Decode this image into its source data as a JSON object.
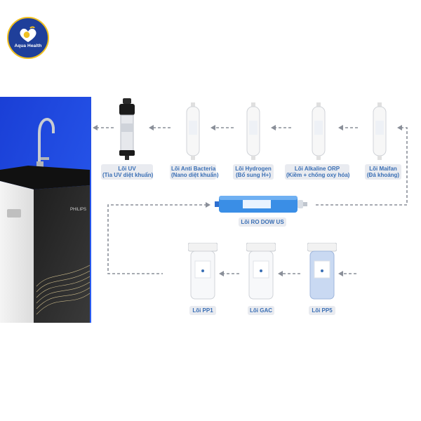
{
  "brand": {
    "logo_text": "Aqua Health",
    "colors": {
      "navy": "#1f3f9a",
      "gold": "#f0c020",
      "label_blue": "#3a6fb5",
      "label_bg": "#e9ebf0",
      "arrow": "#8a8f99"
    }
  },
  "purifier": {
    "brand_text": "PHILIPS"
  },
  "filters": {
    "uv": {
      "name": "Lõi UV",
      "detail": "(Tia UV diệt khuẩn)"
    },
    "anti_bacteria": {
      "name": "Lõi Anti Bacteria",
      "detail": "(Nano diệt khuẩn)"
    },
    "hydrogen": {
      "name": "Lõi Hydrogen",
      "detail": "(Bổ sung H+)"
    },
    "alkaline": {
      "name": "Lõi Alkaline ORP",
      "detail": "(Kiềm + chống oxy hóa)"
    },
    "maifan": {
      "name": "Lõi Maifan",
      "detail": "(Đá khoáng)"
    },
    "ro": {
      "name": "Lõi RO DOW US"
    },
    "pp1": {
      "name": "Lõi PP1"
    },
    "gac": {
      "name": "Lõi GAC"
    },
    "pp5": {
      "name": "Lõi PP5"
    }
  }
}
